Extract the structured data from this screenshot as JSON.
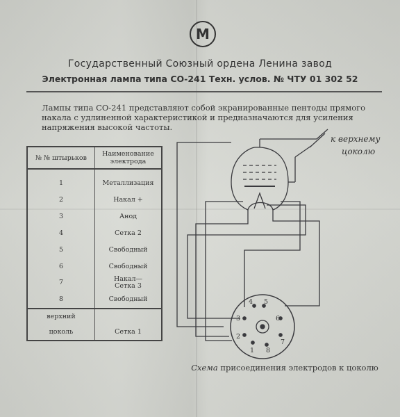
{
  "header": {
    "logo_letter": "М",
    "organization": "Государственный Союзный ордена Ленина завод",
    "product_line": "Электронная лампа типа СО-241 Техн. услов. № ЧТУ 01 302 52"
  },
  "intro": {
    "text": "Лампы типа СО-241 представляют собой экранированные пентоды прямого накала с удлиненной характеристикой и предназначаются для усиления напряжения высокой частоты."
  },
  "pin_table": {
    "headers": {
      "number": "№ № штырьков",
      "electrode": "Наименование электрода"
    },
    "rows": [
      {
        "pin": "1",
        "electrode": "Металлизация"
      },
      {
        "pin": "2",
        "electrode": "Накал +"
      },
      {
        "pin": "3",
        "electrode": "Анод"
      },
      {
        "pin": "4",
        "electrode": "Сетка 2"
      },
      {
        "pin": "5",
        "electrode": "Свободный"
      },
      {
        "pin": "6",
        "electrode": "Свободный"
      },
      {
        "pin": "7",
        "electrode": "Накал—",
        "electrode_line2": "Сетка 3"
      },
      {
        "pin": "8",
        "electrode": "Свободный"
      }
    ],
    "top_cap": {
      "label_line1": "верхний",
      "label_line2": "цоколь",
      "electrode": "Сетка 1"
    }
  },
  "schematic": {
    "annotation_line1": "к верхнему",
    "annotation_line2": "цоколю",
    "pin_labels": [
      "1",
      "2",
      "3",
      "4",
      "5",
      "6",
      "7",
      "8"
    ]
  },
  "caption": {
    "lead": "Схема",
    "rest": " присоединения электродов к цоколю"
  }
}
